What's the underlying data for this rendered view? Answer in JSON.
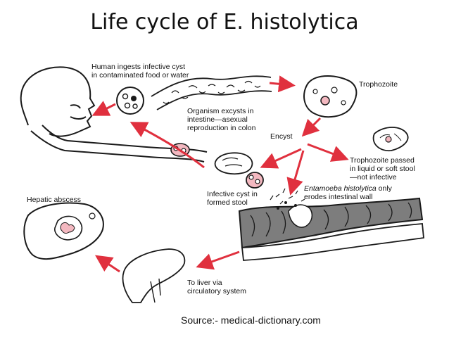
{
  "title": "Life cycle of E. histolytica",
  "labels": {
    "ingest_1": "Human ingests infective cyst",
    "ingest_2": "in contaminated food or water",
    "trophozoite": "Trophozoite",
    "excyst_1": "Organism excysts in",
    "excyst_2": "intestine—asexual",
    "excyst_3": "reproduction in colon",
    "encyst": "Encyst",
    "passed_1": "Trophozoite passed",
    "passed_2": "in liquid or soft stool",
    "passed_3": "—not infective",
    "cyst_1": "Infective cyst in",
    "cyst_2": "formed stool",
    "erodes_1": "Entamoeba histolytica",
    "erodes_1b": " only",
    "erodes_2": "erodes intestinal wall",
    "abscess": "Hepatic abscess",
    "liver_1": "To liver via",
    "liver_2": "circulatory system"
  },
  "source": "Source:- medical-dictionary.com",
  "colors": {
    "arrow": "#e0303e",
    "line": "#1a1a1a",
    "cyst_fill": "#f3b8c0",
    "colon_shade": "#7d7d7d"
  }
}
